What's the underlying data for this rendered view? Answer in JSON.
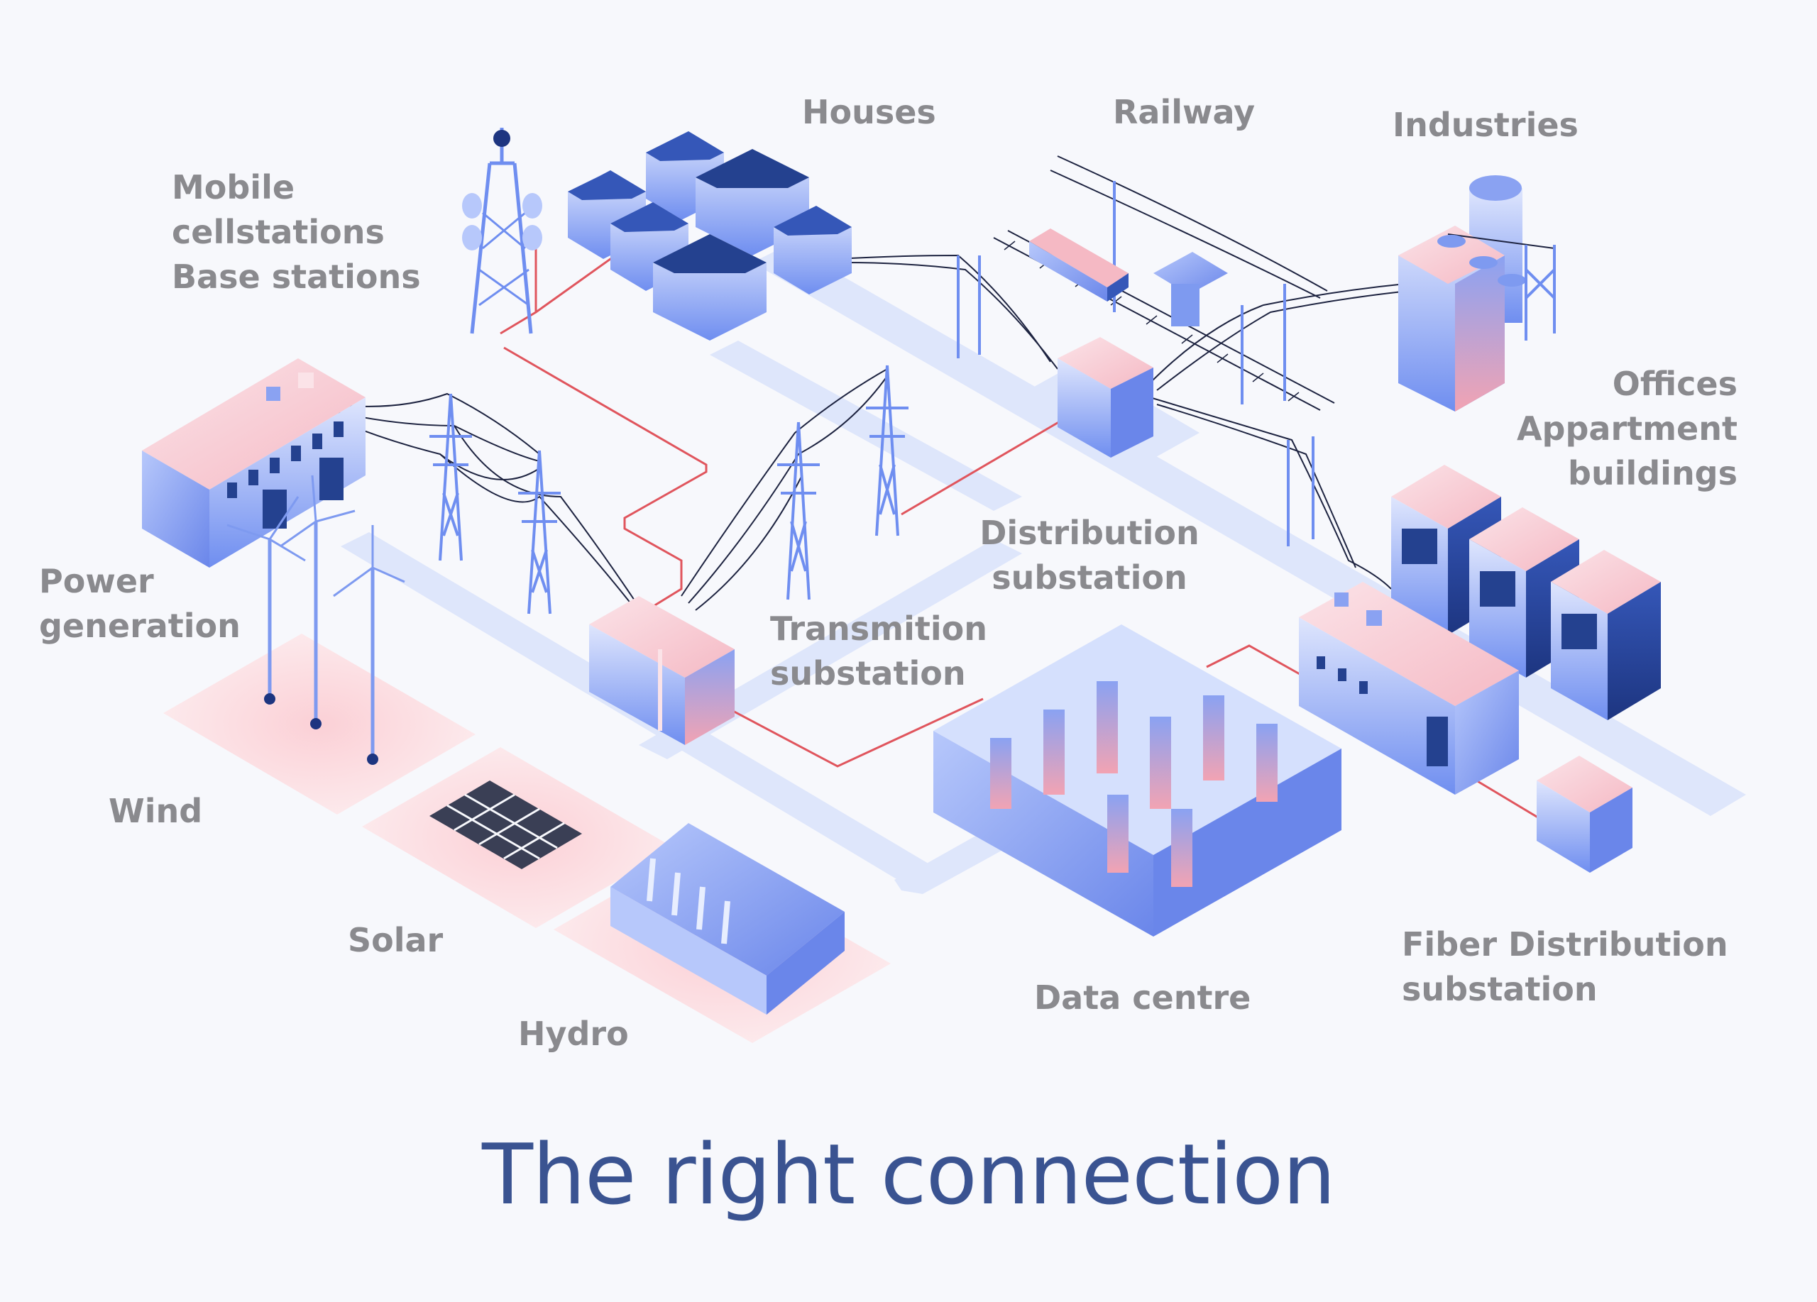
{
  "title": "The right connection",
  "labels": {
    "mobile": [
      "Mobile",
      "cellstations",
      "Base stations"
    ],
    "houses": "Houses",
    "railway": "Railway",
    "industries": "Industries",
    "offices": [
      "Offices",
      "Appartment",
      "buildings"
    ],
    "power_generation": [
      "Power",
      "generation"
    ],
    "distribution_substation": [
      "Distribution",
      "substation"
    ],
    "transmition_substation": [
      "Transmition",
      "substation"
    ],
    "wind": "Wind",
    "solar": "Solar",
    "hydro": "Hydro",
    "data_centre": "Data centre",
    "fiber_distribution_substation": [
      "Fiber Distribution",
      "substation"
    ]
  },
  "colors": {
    "title": "#3a5391",
    "label": "#8a8a8e",
    "background": "#f7f8fc",
    "road": "#dde5fb",
    "pink_pad": "#fcd8dc",
    "building_blue": "#7e9af0",
    "building_dark": "#24418f",
    "roof_pink": "#f9c6cf",
    "cable_red": "#e0555d",
    "power_line": "#1d2340"
  },
  "icons": [
    "cell-tower-icon",
    "houses-icon",
    "train-icon",
    "industry-icon",
    "office-building-icon",
    "power-plant-icon",
    "wind-turbine-icon",
    "solar-panel-icon",
    "hydro-dam-icon",
    "substation-icon",
    "data-centre-icon",
    "pylon-icon"
  ]
}
